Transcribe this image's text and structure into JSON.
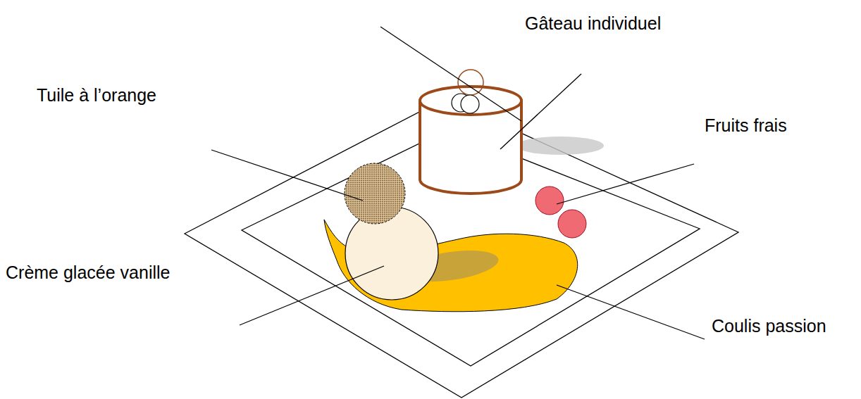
{
  "diagram": {
    "labels": [
      "Gâteau individuel",
      "Tuile à l’orange",
      "Fruits frais",
      "Crème glacée vanille",
      "Coulis passion"
    ]
  }
}
